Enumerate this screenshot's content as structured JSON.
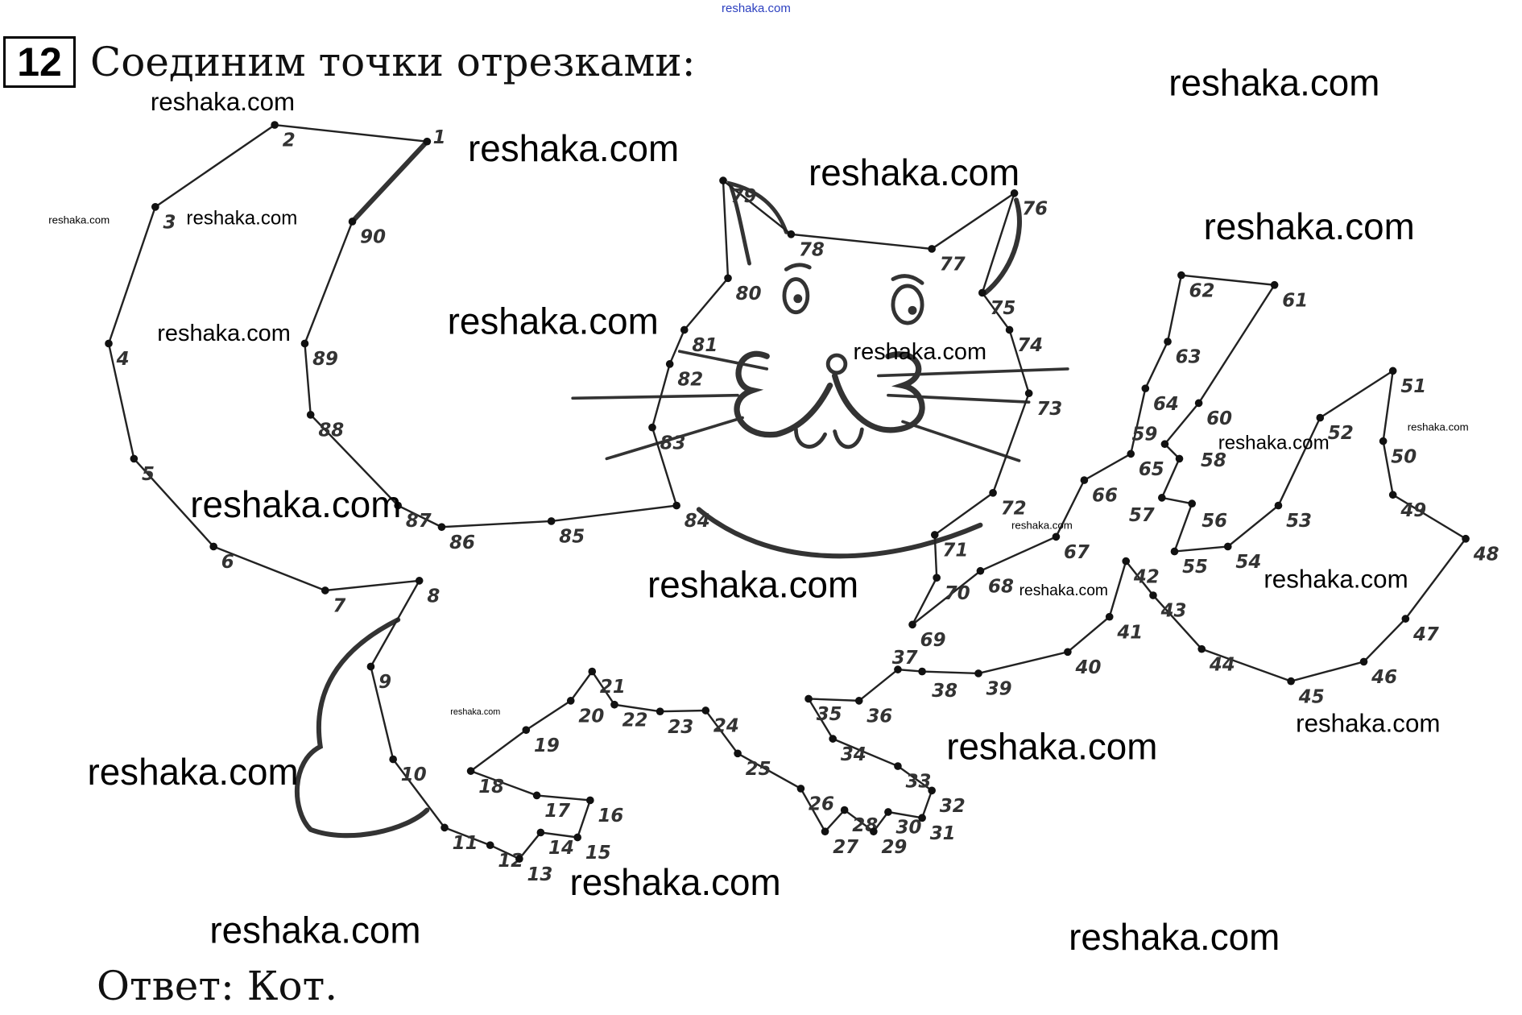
{
  "task": {
    "number": "12",
    "title": "Соединим точки отрезками:"
  },
  "answer": "Ответ: Кот.",
  "top_watermark": "reshaka.com",
  "watermarks": [
    "reshaka.com",
    "reshaka.com",
    "reshaka.com",
    "reshaka.com",
    "reshaka.com",
    "reshaka.com",
    "reshaka.com",
    "reshaka.com",
    "reshaka.com",
    "reshaka.com",
    "reshaka.com",
    "reshaka.com",
    "reshaka.com",
    "reshaka.com",
    "reshaka.com",
    "reshaka.com",
    "reshaka.com",
    "reshaka.com",
    "reshaka.com",
    "reshaka.com",
    "reshaka.com",
    "reshaka.com"
  ],
  "dots": {
    "count": 90,
    "first": 1,
    "last": 90
  },
  "colors": {
    "ink": "#222222",
    "watermark": "#000000",
    "link": "#2b3fbf"
  }
}
